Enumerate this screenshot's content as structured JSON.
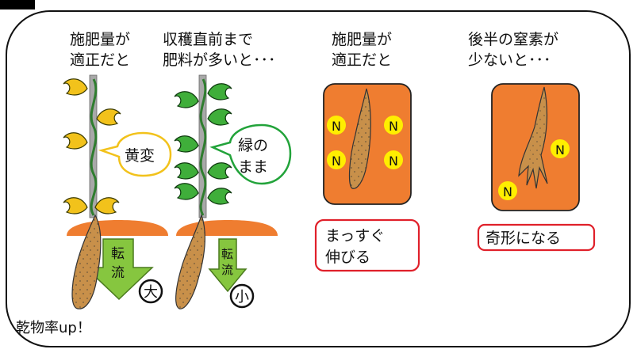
{
  "header_box_color": "#000000",
  "panel1": {
    "caption_line1": "施肥量が",
    "caption_line2": "適正だと",
    "bubble_label": "黄変",
    "arrow_label": "転流",
    "size_badge": "大",
    "bottom_note": "乾物率up！",
    "leaf_color": "#f2c21b",
    "bubble_border_color": "#f2c21b"
  },
  "panel2": {
    "caption_line1": "収穫直前まで",
    "caption_line2": "肥料が多いと･･･",
    "bubble_label_line1": "緑の",
    "bubble_label_line2": "まま",
    "arrow_label": "転流",
    "size_badge": "小",
    "leaf_color": "#3fae3a",
    "bubble_border_color": "#22a33a"
  },
  "panel3": {
    "caption_line1": "施肥量が",
    "caption_line2": "適正だと",
    "nutrient_symbol": "N",
    "result_line1": "まっすぐ",
    "result_line2": "伸びる",
    "result_border_color": "#e0202a"
  },
  "panel4": {
    "caption_line1": "後半の窒素が",
    "caption_line2": "少ないと･･･",
    "nutrient_symbol": "N",
    "result_label": "奇形になる",
    "result_border_color": "#e0202a"
  },
  "colors": {
    "soil": "#ef7d30",
    "arrow": "#86c63f",
    "root": "#c8904a",
    "stake": "#a8a8a8",
    "nutrient_fill": "#ffee00"
  }
}
